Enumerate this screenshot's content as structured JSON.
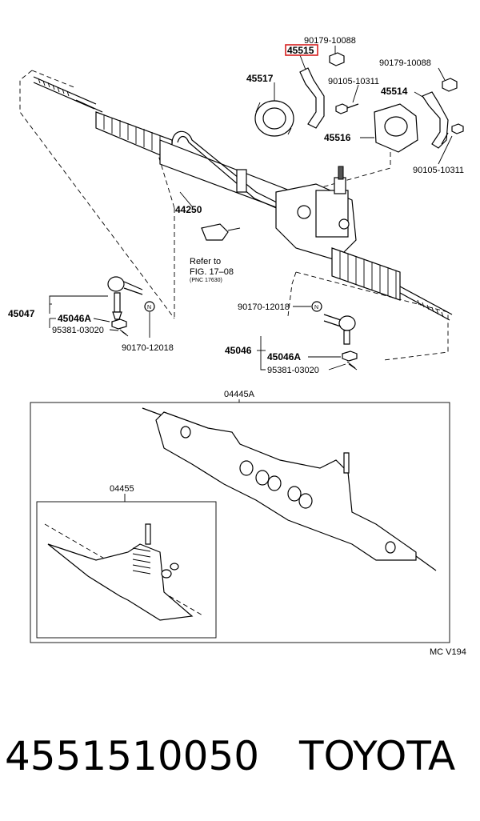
{
  "labels": {
    "p90179_top": "90179-10088",
    "p45515": "45515",
    "p90179_right": "90179-10088",
    "p45517": "45517",
    "p90105_mid": "90105-10311",
    "p45514": "45514",
    "p45516": "45516",
    "p90105_right": "90105-10311",
    "p44250": "44250",
    "refer_line1": "Refer to",
    "refer_line2": "FIG. 17–08",
    "refer_line3": "(PNC 17630)",
    "p45047": "45047",
    "p45046A_left": "45046A",
    "p95381_left": "95381-03020",
    "p90170_left": "90170-12018",
    "p90170_right": "90170-12018",
    "p45046": "45046",
    "p45046A_right": "45046A",
    "p95381_right": "95381-03020",
    "p04445A": "04445A",
    "p04455": "04455",
    "n_symbol": "N",
    "code": "MC V194"
  },
  "highlight_color": "#d62020",
  "footer": {
    "part_number": "4551510050",
    "brand": "TOYOTA"
  }
}
